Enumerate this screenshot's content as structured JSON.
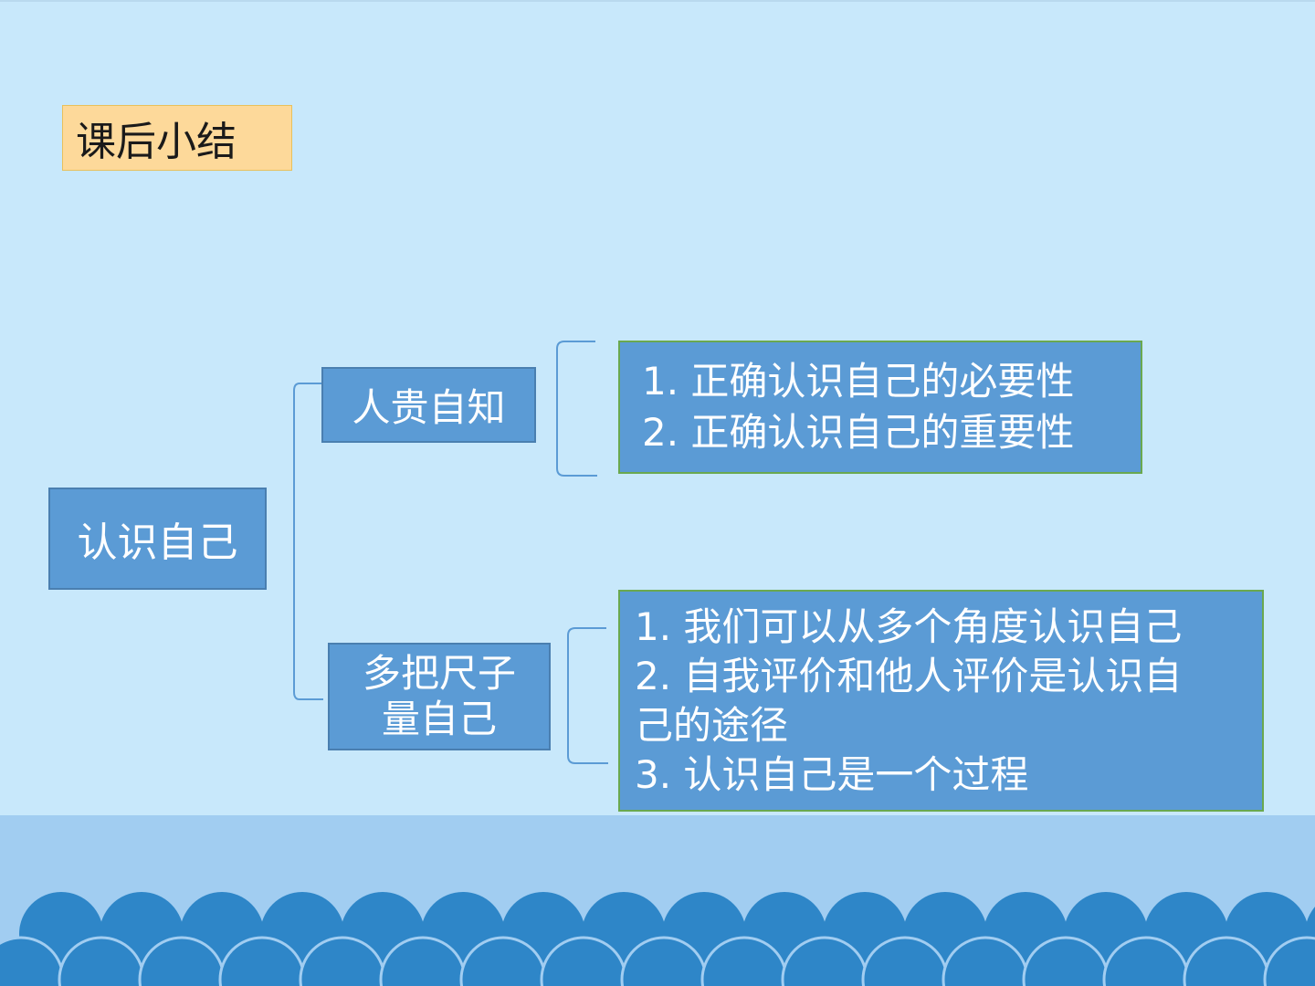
{
  "slide": {
    "title": "课后小结",
    "root": "认识自己",
    "branches": [
      {
        "label": "人贵自知",
        "points": [
          "1. 正确认识自己的必要性",
          "2. 正确认识自己的重要性"
        ]
      },
      {
        "label_lines": [
          "多把尺子",
          "量自己"
        ],
        "points": [
          "1. 我们可以从多个角度认识自己",
          "2. 自我评价和他人评价是认识自",
          "己的途径",
          "3. 认识自己是一个过程"
        ]
      }
    ]
  },
  "colors": {
    "background": "#c8e8fb",
    "node_fill": "#5b9bd5",
    "title_fill": "#fdd99a",
    "detail_border": "#6aa84f",
    "wave_fill": "#2e86c8",
    "ground_fill": "#a1cdf1"
  }
}
